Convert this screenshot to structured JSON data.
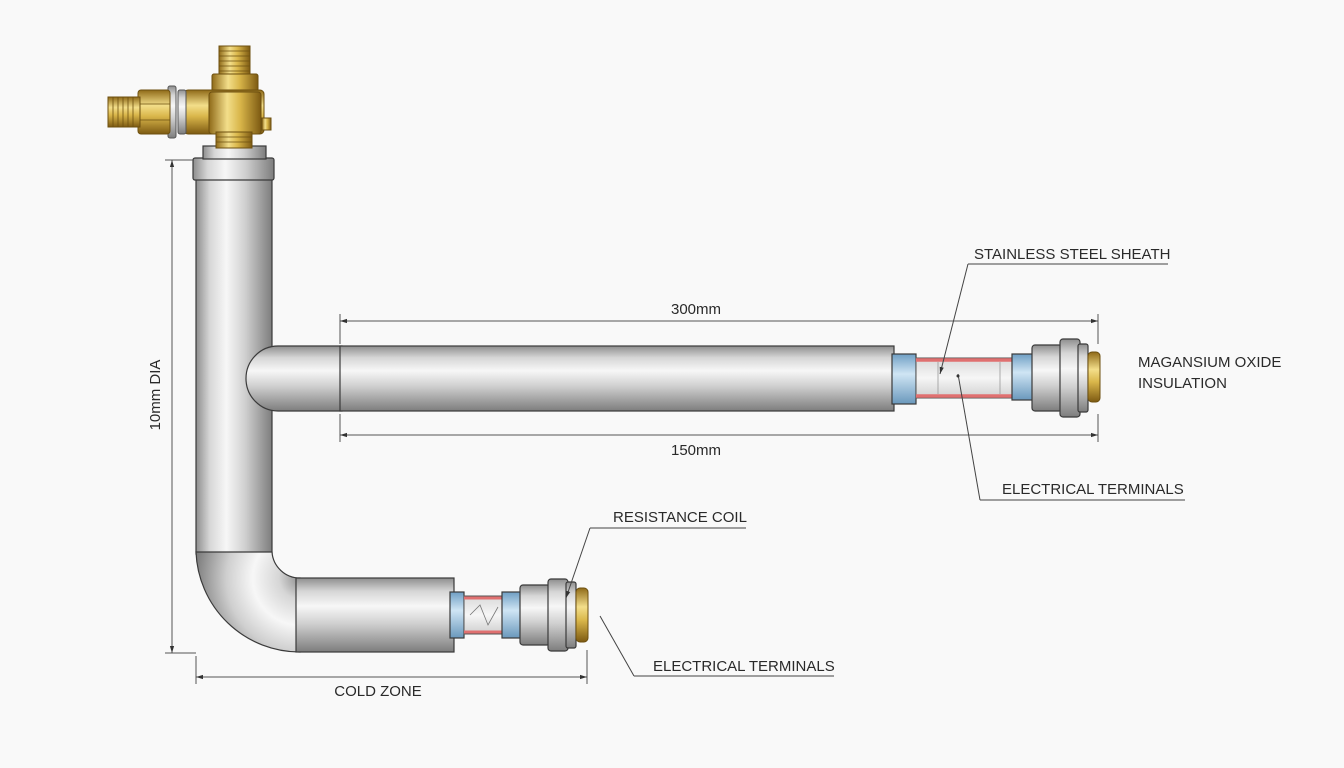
{
  "labels": {
    "top_length": "300mm",
    "bottom_length": "150mm",
    "diameter": "10mm DIA",
    "cold_zone": "COLD ZONE",
    "sheath": "STAINLESS STEEL SHEATH",
    "insulation_line1": "MAGANSIUM OXIDE",
    "insulation_line2": "INSULATION",
    "terminals_upper": "ELECTRICAL TERMINALS",
    "resistance_coil": "RESISTANCE COIL",
    "terminals_lower": "ELECTRICAL TERMINALS"
  },
  "colors": {
    "steel_light": "#f2f2f2",
    "steel_mid": "#c4c4c4",
    "steel_dark": "#8c8c8c",
    "brass_light": "#f3de8a",
    "brass_dark": "#a67c1e",
    "insulation_blue": "#a9cde6",
    "coil_red": "#e07070"
  }
}
